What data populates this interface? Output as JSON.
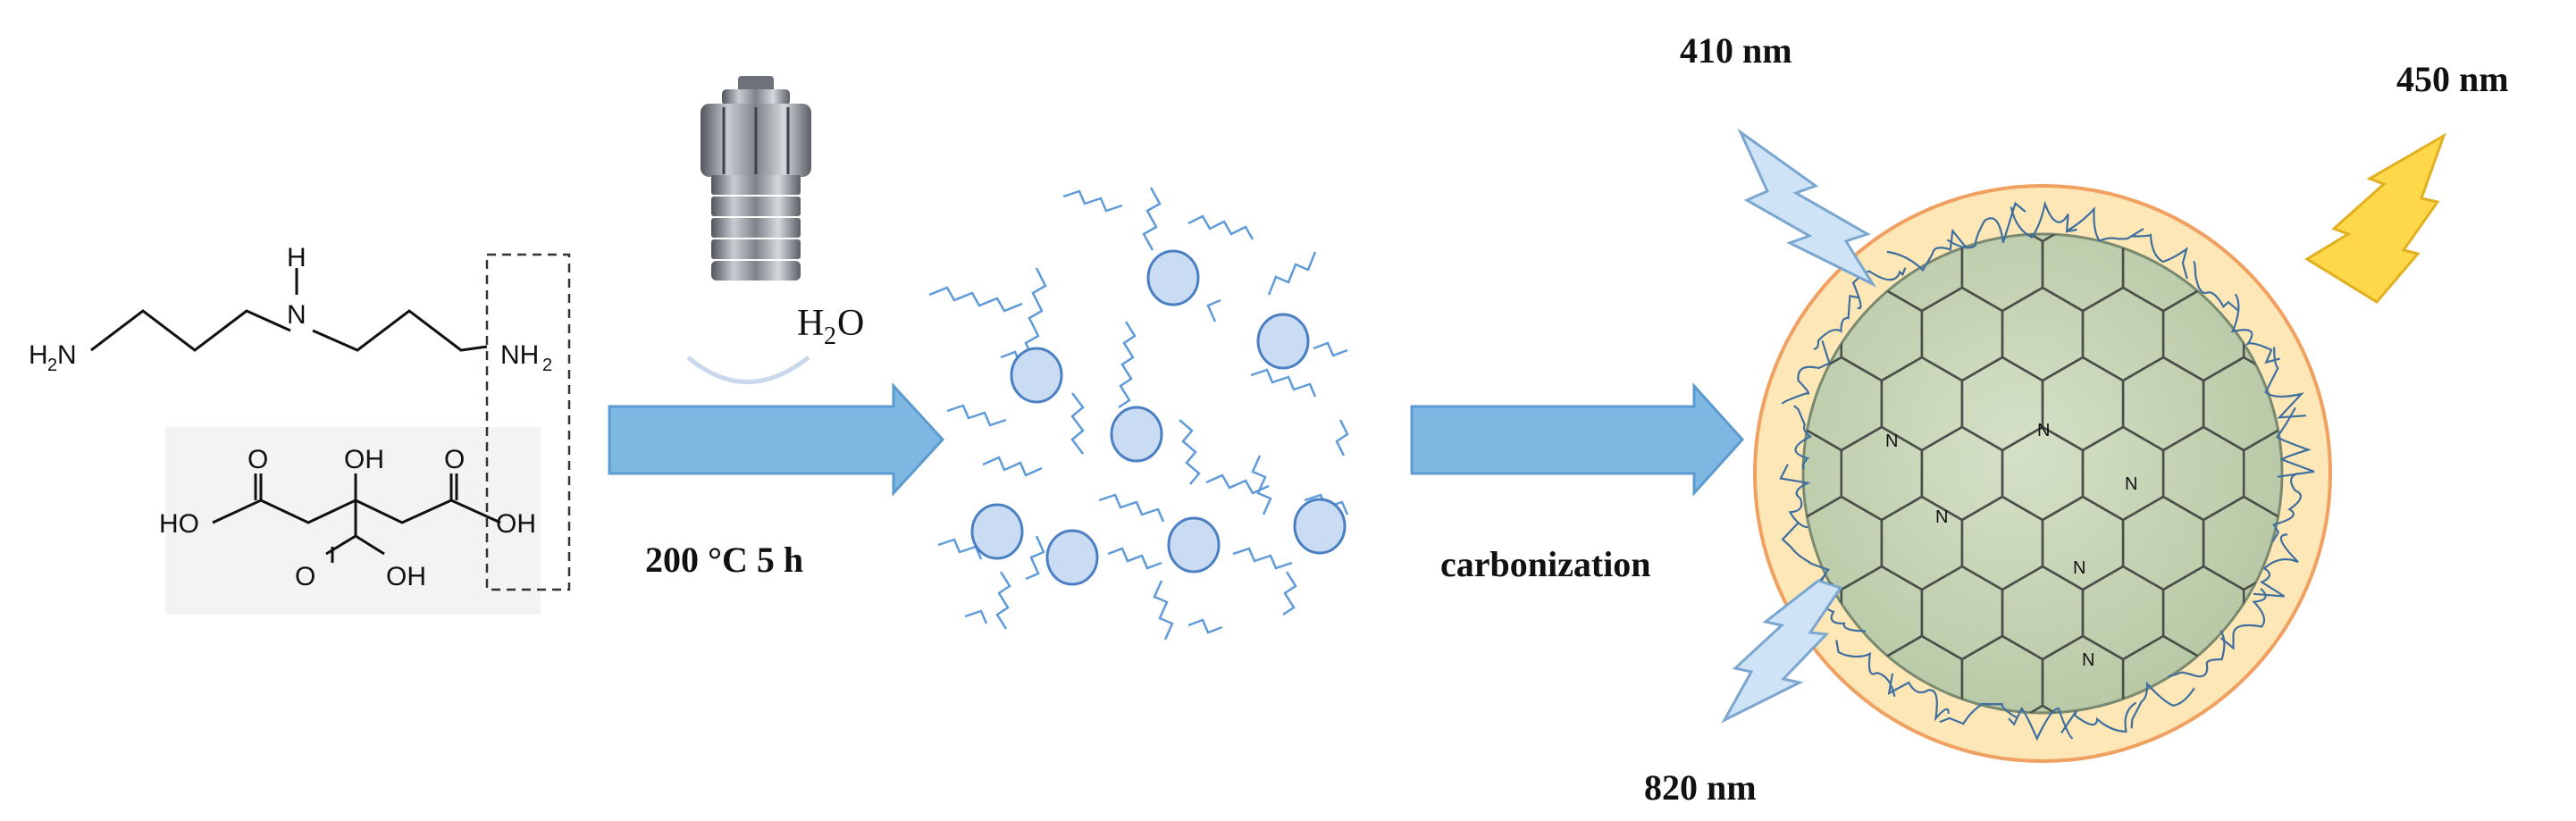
{
  "reactants": {
    "amine_left_label": "H",
    "amine_left_sub": "2",
    "amine_left_tail": "N",
    "amine_center_label": "N",
    "amine_center_h": "H",
    "amine_right_label": "NH",
    "amine_right_sub": "2",
    "acid_oh_top": "OH",
    "acid_o_left": "O",
    "acid_o_right": "O",
    "acid_o_bottom": "O",
    "acid_ho_left": "HO",
    "acid_oh_right": "OH",
    "acid_oh_bottom": "OH"
  },
  "reaction": {
    "solvent_main": "H",
    "solvent_sub": "2",
    "solvent_tail": "O",
    "condition": "200 °C 5 h",
    "step2": "carbonization"
  },
  "product": {
    "label_410": "410 nm",
    "label_450": "450 nm",
    "label_820": "820 nm",
    "core_n": "N"
  },
  "colors": {
    "arrow_fill": "#7fb7e3",
    "arrow_stroke": "#5b9bd0",
    "dot_fill": "#c9dcf3",
    "dot_stroke": "#4a7fc1",
    "chain": "#5f9bd8",
    "shell_fill": "#fde7b6",
    "shell_stroke": "#f0a060",
    "core_fill": "#c9d7b8",
    "bolt_blue": "#cfe3f7",
    "bolt_yellow": "#ffd84a",
    "reactor_metal": "#8a8f96"
  }
}
